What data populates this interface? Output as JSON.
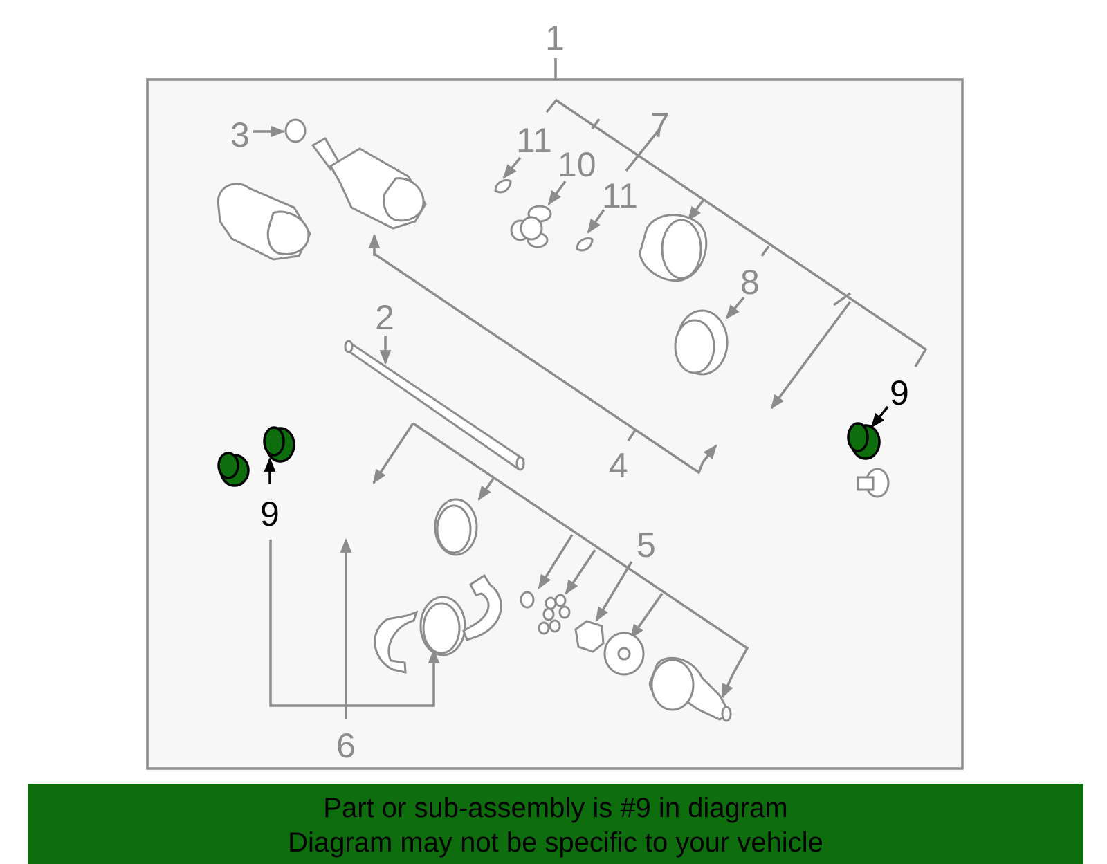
{
  "callouts": {
    "c1": "1",
    "c2": "2",
    "c3": "3",
    "c4": "4",
    "c5": "5",
    "c6": "6",
    "c7": "7",
    "c8": "8",
    "c9a": "9",
    "c9b": "9",
    "c10": "10",
    "c11a": "11",
    "c11b": "11"
  },
  "banner": {
    "line1": "Part or sub-assembly is #9 in diagram",
    "line2": "Diagram may not be specific to your vehicle"
  },
  "colors": {
    "highlight": "#0e6e0e",
    "line": "#8c8c8c",
    "panel": "#f7f7f7"
  }
}
